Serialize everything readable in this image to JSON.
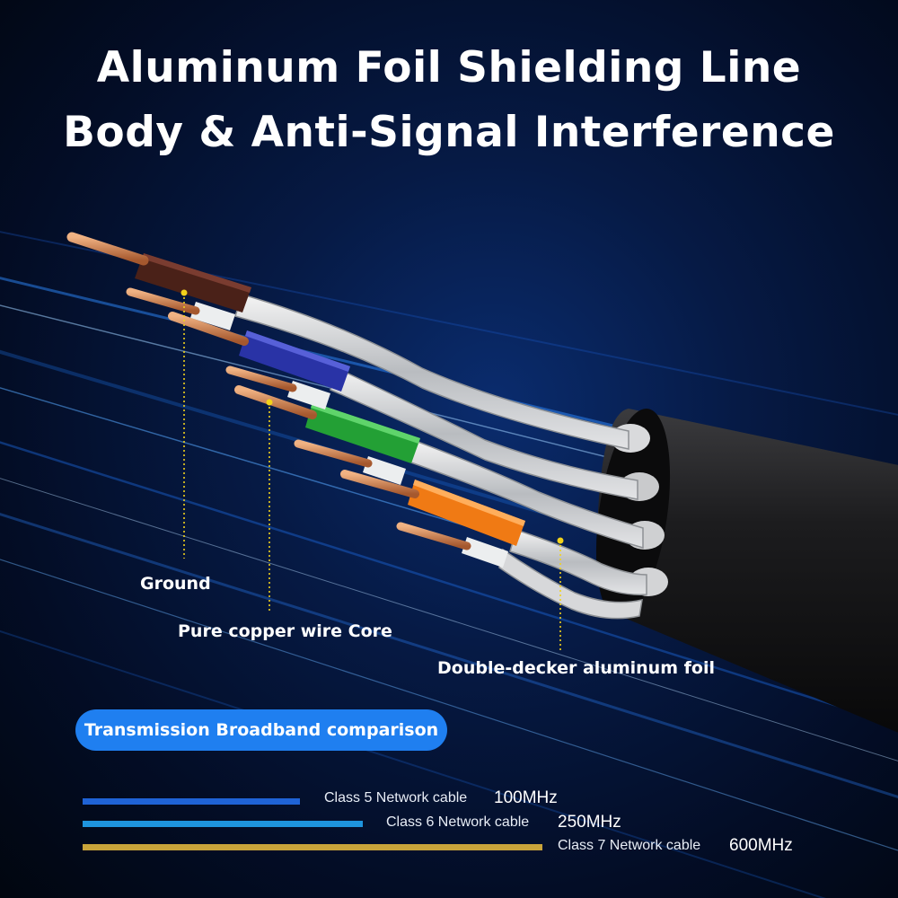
{
  "title": {
    "line1": "Aluminum Foil Shielding Line",
    "line2": "Body & Anti-Signal Interference"
  },
  "labels": {
    "ground": "Ground",
    "core": "Pure copper wire Core",
    "foil": "Double-decker aluminum foil"
  },
  "comparison": {
    "heading": "Transmission Broadband comparison",
    "rows": [
      {
        "name": "Class 5 Network cable",
        "value": "100MHz",
        "color": "#1f63d6"
      },
      {
        "name": "Class 6 Network cable",
        "value": "250MHz",
        "color": "#1e94dd"
      },
      {
        "name": "Class 7 Network cable",
        "value": "600MHz",
        "color": "#c9a43a"
      }
    ]
  },
  "colors": {
    "pill": "#1f7ff0",
    "leader_line": "#f2d21b",
    "copper": "#c8804e",
    "jacket": "#1a1a1c"
  }
}
